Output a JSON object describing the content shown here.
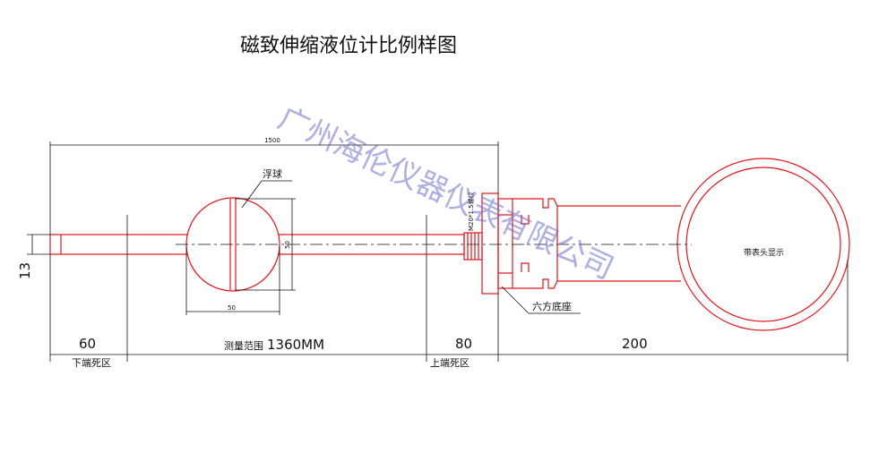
{
  "title": "磁致伸缩液位计比例样图",
  "watermark": "广州海伦仪器仪表有限公司",
  "labels": {
    "float_ball": "浮球",
    "hex_base": "六方底座",
    "meter_head": "带表头显示",
    "thread": "M20*1.5螺纹",
    "bottom_dead_zone": "下端死区",
    "top_dead_zone": "上端死区",
    "measure_range_prefix": "测量范围"
  },
  "dimensions": {
    "total_length": "1500",
    "rod_diameter": "13",
    "float_diameter_h": "50",
    "float_diameter_v": "50",
    "bottom_dead": "60",
    "measure_range": "1360MM",
    "top_dead": "80",
    "head_length": "200"
  },
  "colors": {
    "device": "#e0141b",
    "dimension": "#111111",
    "watermark": "#6b6fc8"
  }
}
